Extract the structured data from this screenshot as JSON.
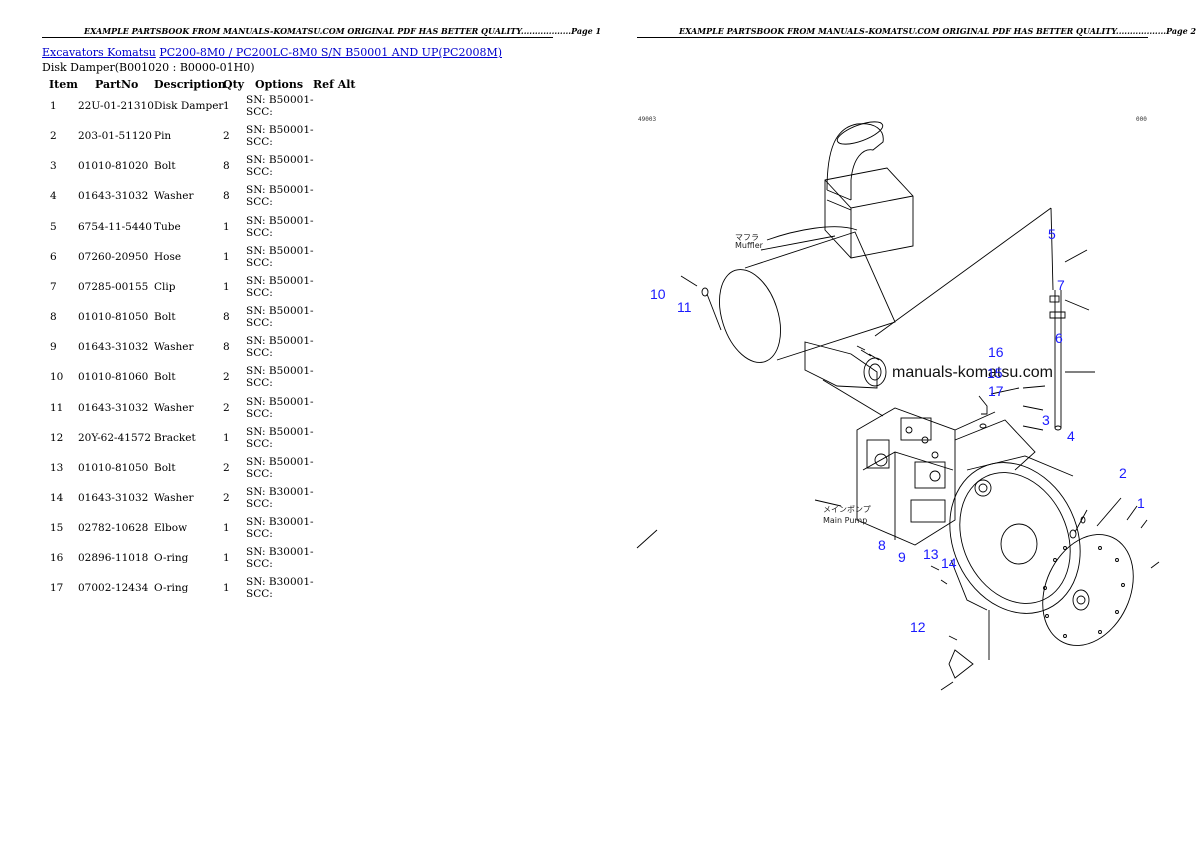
{
  "pages": {
    "left_header": "EXAMPLE PARTSBOOK FROM MANUALS-KOMATSU.COM ORIGINAL PDF HAS BETTER QUALITY..................Page 1",
    "right_header": "EXAMPLE PARTSBOOK FROM MANUALS-KOMATSU.COM ORIGINAL PDF HAS BETTER QUALITY..................Page 2"
  },
  "breadcrumb": {
    "link1": "Excavators Komatsu",
    "link2": "PC200-8M0 / PC200LC-8M0 S/N B50001 AND UP(PC2008M)"
  },
  "subtitle": "Disk Damper(B001020 : B0000-01H0)",
  "table": {
    "headers": {
      "item": "Item",
      "partno": "PartNo",
      "description": "Description",
      "qty": "Qty",
      "options": "Options",
      "refalt": "Ref Alt"
    },
    "rows": [
      {
        "item": "1",
        "partno": "22U-01-21310",
        "description": "Disk Damper",
        "qty": "1",
        "opt1": "SN: B50001-",
        "opt2": "SCC:"
      },
      {
        "item": "2",
        "partno": "203-01-51120",
        "description": "Pin",
        "qty": "2",
        "opt1": "SN: B50001-",
        "opt2": "SCC:"
      },
      {
        "item": "3",
        "partno": "01010-81020",
        "description": "Bolt",
        "qty": "8",
        "opt1": "SN: B50001-",
        "opt2": "SCC:"
      },
      {
        "item": "4",
        "partno": "01643-31032",
        "description": "Washer",
        "qty": "8",
        "opt1": "SN: B50001-",
        "opt2": "SCC:"
      },
      {
        "item": "5",
        "partno": "6754-11-5440",
        "description": "Tube",
        "qty": "1",
        "opt1": "SN: B50001-",
        "opt2": "SCC:"
      },
      {
        "item": "6",
        "partno": "07260-20950",
        "description": "Hose",
        "qty": "1",
        "opt1": "SN: B50001-",
        "opt2": "SCC:"
      },
      {
        "item": "7",
        "partno": "07285-00155",
        "description": "Clip",
        "qty": "1",
        "opt1": "SN: B50001-",
        "opt2": "SCC:"
      },
      {
        "item": "8",
        "partno": "01010-81050",
        "description": "Bolt",
        "qty": "8",
        "opt1": "SN: B50001-",
        "opt2": "SCC:"
      },
      {
        "item": "9",
        "partno": "01643-31032",
        "description": "Washer",
        "qty": "8",
        "opt1": "SN: B50001-",
        "opt2": "SCC:"
      },
      {
        "item": "10",
        "partno": "01010-81060",
        "description": "Bolt",
        "qty": "2",
        "opt1": "SN: B50001-",
        "opt2": "SCC:"
      },
      {
        "item": "11",
        "partno": "01643-31032",
        "description": "Washer",
        "qty": "2",
        "opt1": "SN: B50001-",
        "opt2": "SCC:"
      },
      {
        "item": "12",
        "partno": "20Y-62-41572",
        "description": "Bracket",
        "qty": "1",
        "opt1": "SN: B50001-",
        "opt2": "SCC:"
      },
      {
        "item": "13",
        "partno": "01010-81050",
        "description": "Bolt",
        "qty": "2",
        "opt1": "SN: B50001-",
        "opt2": "SCC:"
      },
      {
        "item": "14",
        "partno": "01643-31032",
        "description": "Washer",
        "qty": "2",
        "opt1": "SN: B30001-",
        "opt2": "SCC:"
      },
      {
        "item": "15",
        "partno": "02782-10628",
        "description": "Elbow",
        "qty": "1",
        "opt1": "SN: B30001-",
        "opt2": "SCC:"
      },
      {
        "item": "16",
        "partno": "02896-11018",
        "description": "O-ring",
        "qty": "1",
        "opt1": "SN: B30001-",
        "opt2": "SCC:"
      },
      {
        "item": "17",
        "partno": "07002-12434",
        "description": "O-ring",
        "qty": "1",
        "opt1": "SN: B30001-",
        "opt2": "SCC:"
      }
    ]
  },
  "diagram": {
    "watermark": "manuals-komatsu.com",
    "corner_left": "49003",
    "corner_right": "000",
    "muffler_jp": "マフラ",
    "muffler_en": "Muffler",
    "pump_jp": "メインポンプ",
    "pump_en": "Main Pump",
    "callouts": [
      "1",
      "2",
      "3",
      "4",
      "5",
      "6",
      "7",
      "8",
      "9",
      "10",
      "11",
      "12",
      "13",
      "14",
      "15",
      "16",
      "17"
    ],
    "callout_color": "#1a1aff"
  }
}
